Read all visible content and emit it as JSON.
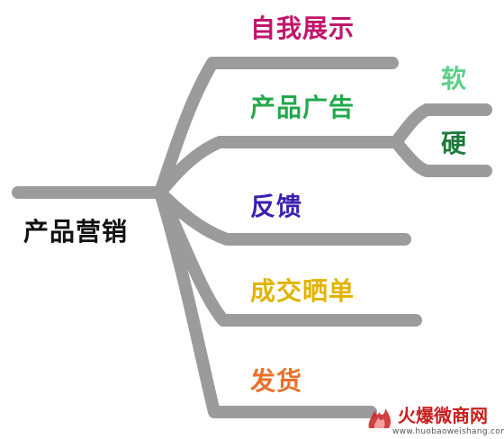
{
  "root": {
    "label": "产品营销"
  },
  "branches": [
    {
      "key": "self",
      "label": "自我展示",
      "color": "#c0166b"
    },
    {
      "key": "ad",
      "label": "产品广告",
      "color": "#22a84a",
      "children": [
        {
          "key": "soft",
          "label": "软",
          "color": "#5cd08a"
        },
        {
          "key": "hard",
          "label": "硬",
          "color": "#1d7a3c"
        }
      ]
    },
    {
      "key": "fb",
      "label": "反馈",
      "color": "#3b1fb0"
    },
    {
      "key": "review",
      "label": "成交晒单",
      "color": "#e2b400"
    },
    {
      "key": "ship",
      "label": "发货",
      "color": "#e8702a"
    }
  ],
  "line_color": "#9b9b9b",
  "watermark": {
    "text": "火爆微商网",
    "url": "www.huobaoweishang.com",
    "color": "#c81e1e"
  }
}
